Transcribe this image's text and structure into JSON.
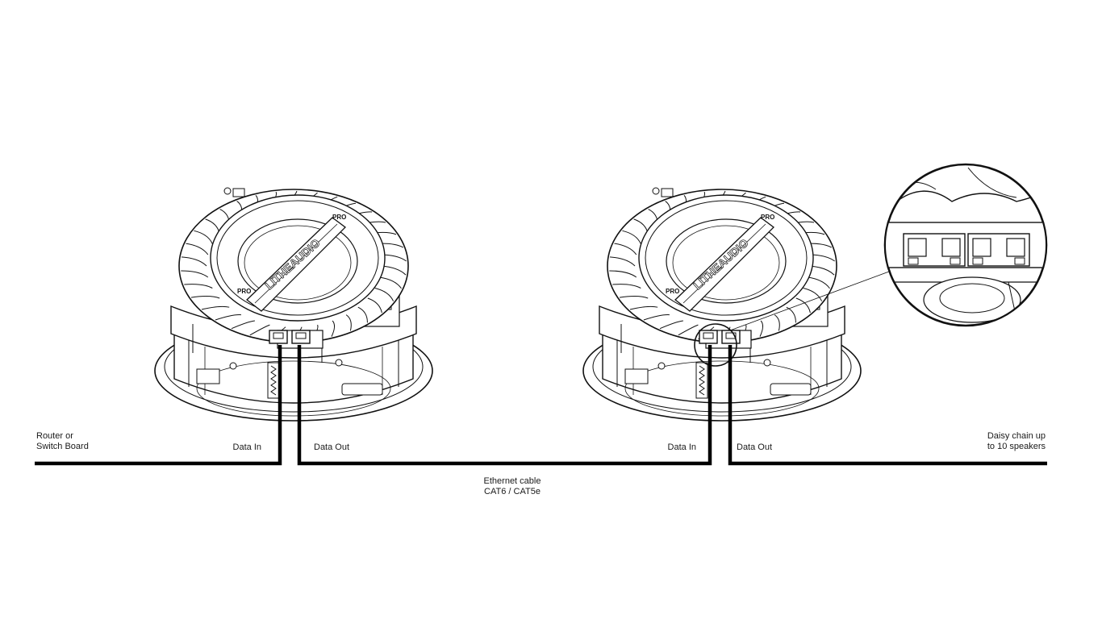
{
  "labels": {
    "source": "Router or\nSwitch Board",
    "speaker1_in": "Data In",
    "speaker1_out": "Data Out",
    "speaker2_in": "Data In",
    "speaker2_out": "Data Out",
    "chain": "Daisy chain up\nto 10 speakers",
    "cable": "Ethernet cable\nCAT6 / CAT5e"
  },
  "speaker": {
    "brand": "LITHEAUDIO",
    "badge": "PRO"
  },
  "colors": {
    "line": "#111111",
    "cable": "#000000",
    "background": "#ffffff"
  }
}
